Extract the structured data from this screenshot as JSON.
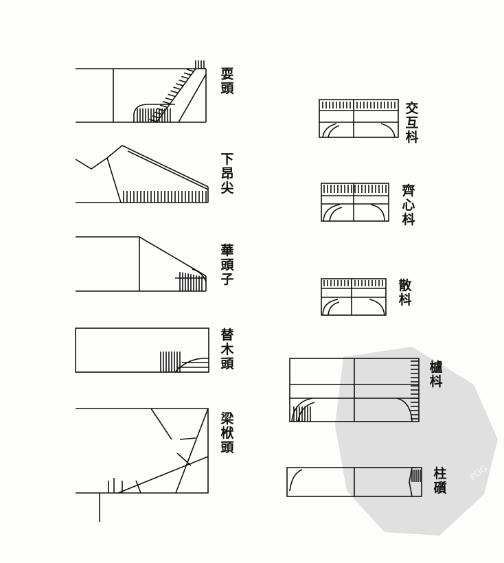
{
  "left_column": [
    {
      "key": "shuatou",
      "label": "耍頭"
    },
    {
      "key": "xiaangjian",
      "label": "下昂尖"
    },
    {
      "key": "huatouzi",
      "label": "華頭子"
    },
    {
      "key": "timutou",
      "label": "替木頭"
    },
    {
      "key": "liangmotou",
      "label": "梁栿頭"
    }
  ],
  "right_column": [
    {
      "key": "jiaohudou",
      "label": "交互枓"
    },
    {
      "key": "qixindou",
      "label": "齊心枓"
    },
    {
      "key": "sandou",
      "label": "散枓"
    },
    {
      "key": "ludou",
      "label": "櫨枓"
    },
    {
      "key": "zhuzhi",
      "label": "柱礩"
    }
  ],
  "watermark": {
    "text": "PDG",
    "color": "#c9c9c9"
  }
}
